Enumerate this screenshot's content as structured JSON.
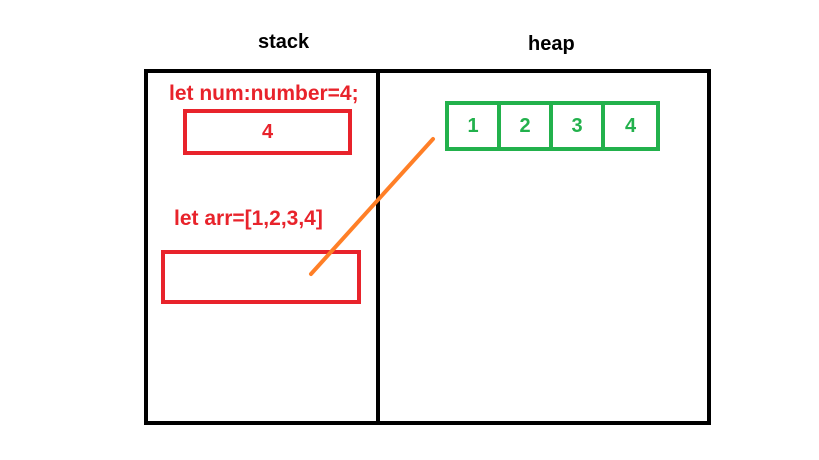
{
  "headers": {
    "stack": "stack",
    "heap": "heap"
  },
  "stack": {
    "num_declaration": "let num:number=4;",
    "num_value": "4",
    "arr_declaration": "let arr=[1,2,3,4]"
  },
  "heap": {
    "cells": [
      "1",
      "2",
      "3",
      "4"
    ]
  },
  "colors": {
    "stack_red": "#e8232b",
    "heap_green": "#22b14c",
    "pointer_orange": "#ff7f27",
    "frame_black": "#000000"
  }
}
